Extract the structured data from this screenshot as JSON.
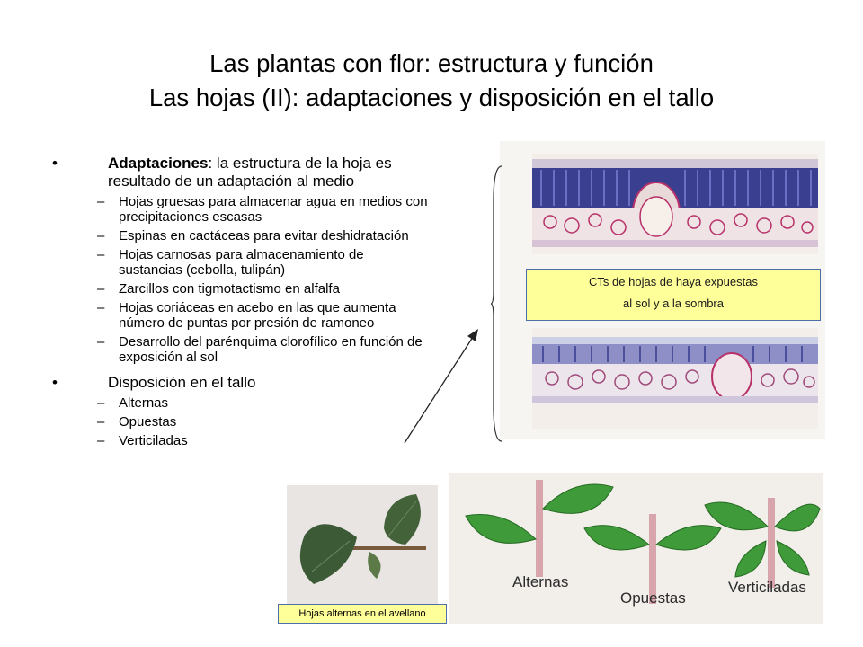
{
  "title": {
    "line1": "Las plantas con flor: estructura y función",
    "line2": "Las hojas (II): adaptaciones y disposición en el tallo"
  },
  "bullets": {
    "marker": "•",
    "dash": "–",
    "adaptations": {
      "term": "Adaptaciones",
      "text": ": la estructura de la hoja es resultado de un adaptación al medio",
      "items": [
        "Hojas gruesas para almacenar agua en medios con precipitaciones escasas",
        "Espinas en cactáceas para evitar deshidratación",
        "Hojas carnosas para almacenamiento de sustancias (cebolla, tulipán)",
        "Zarcillos con tigmotactismo en alfalfa",
        "Hojas coriáceas en acebo en las que aumenta número de puntas por presión de ramoneo",
        "Desarrollo del parénquima clorofílico en función de exposición al sol"
      ]
    },
    "arrangement": {
      "text": "Disposición en el tallo",
      "items": [
        "Alternas",
        "Opuestas",
        "Verticiladas"
      ]
    }
  },
  "figures": {
    "cross_section_caption": {
      "line1": "CTs de hojas de haya expuestas",
      "line2": "al sol y a la sombra"
    },
    "photo_caption": "Hojas alternas en el avellano",
    "drawing_labels": [
      "Alternas",
      "Opuestas",
      "Verticiladas"
    ]
  },
  "colors": {
    "caption_fill": "#ffff99",
    "caption_border": "#4d6ea8",
    "leaf_green": "#3f9a3a",
    "stem_pink": "#d9a5ad",
    "tissue_blue": "#3b3f8f",
    "tissue_magenta": "#b8326a"
  }
}
